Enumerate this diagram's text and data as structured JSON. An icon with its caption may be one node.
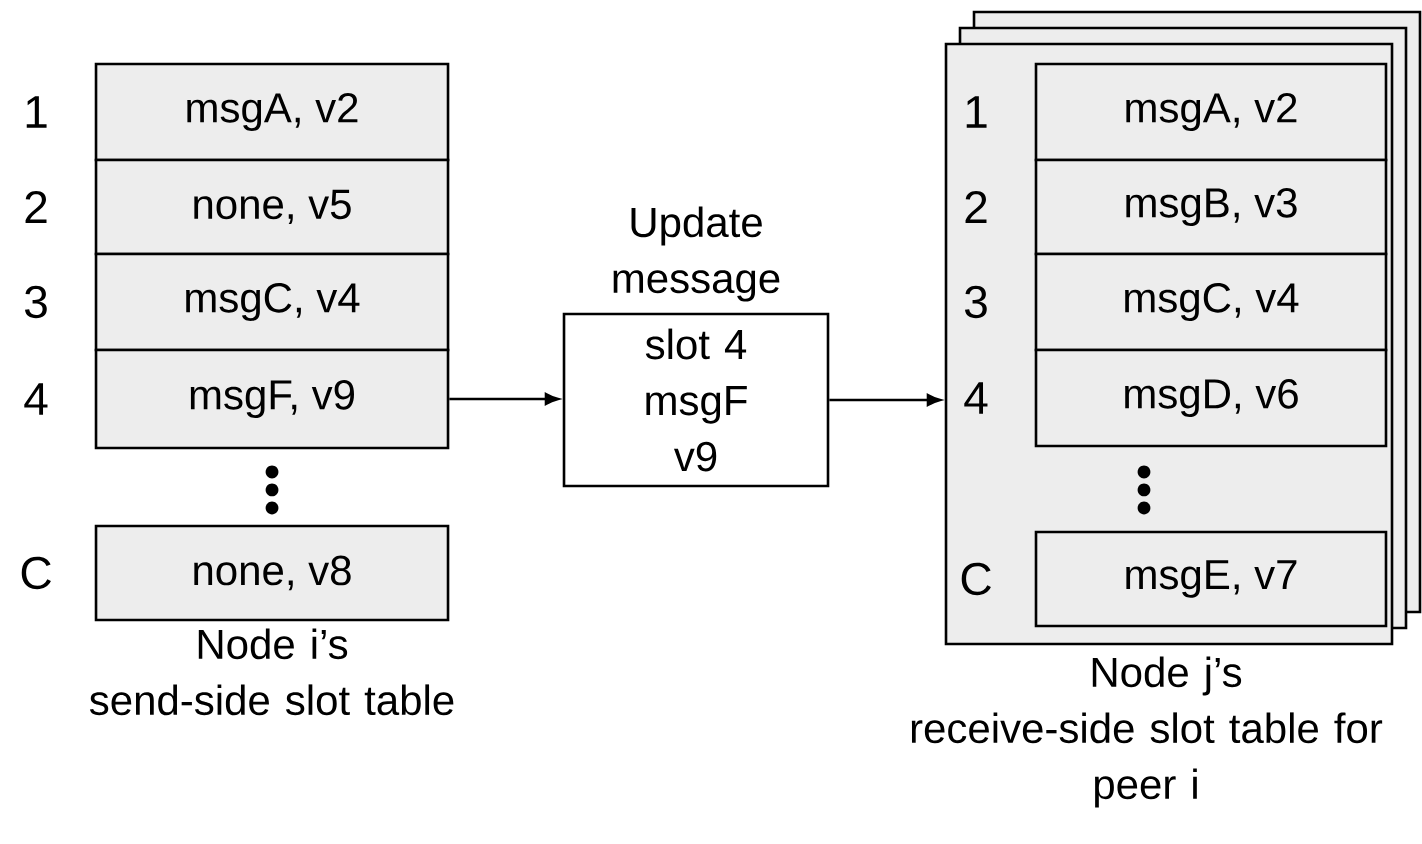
{
  "diagram": {
    "nodes": [
      {
        "text": [
          "msgA, v2"
        ],
        "beside": [
          "1"
        ]
      },
      {
        "text": [
          "none, v5"
        ],
        "beside": [
          "2"
        ]
      },
      {
        "text": [
          "msgC, v4"
        ],
        "beside": [
          "3"
        ]
      },
      {
        "text": [
          "msgF, v9"
        ],
        "beside": [
          "4"
        ]
      },
      {
        "text": [
          "none, v8"
        ],
        "beside": [
          "C"
        ]
      },
      {
        "text": [
          "Update message",
          "slot 4 msgF v9"
        ]
      },
      {
        "text": [],
        "shape": "box"
      },
      {
        "text": [
          "msgA, v2"
        ],
        "beside": [
          "1"
        ],
        "in": 6
      },
      {
        "text": [
          "msgB, v3"
        ],
        "beside": [
          "2"
        ],
        "in": 6
      },
      {
        "text": [
          "msgC, v4"
        ],
        "beside": [
          "3"
        ],
        "in": 6
      },
      {
        "text": [
          "msgD, v6"
        ],
        "beside": [
          "4"
        ],
        "in": 6
      },
      {
        "text": [
          "msgE, v7"
        ],
        "beside": [
          "C"
        ],
        "in": 6
      }
    ],
    "edges": [
      {
        "from": 3,
        "to": 5,
        "arrow": "to"
      },
      {
        "from": 5,
        "to": 6,
        "arrow": "to"
      }
    ],
    "labels": [
      "Node i’s send-side slot table",
      "Node j’s receive-side slot table for peer i"
    ]
  }
}
